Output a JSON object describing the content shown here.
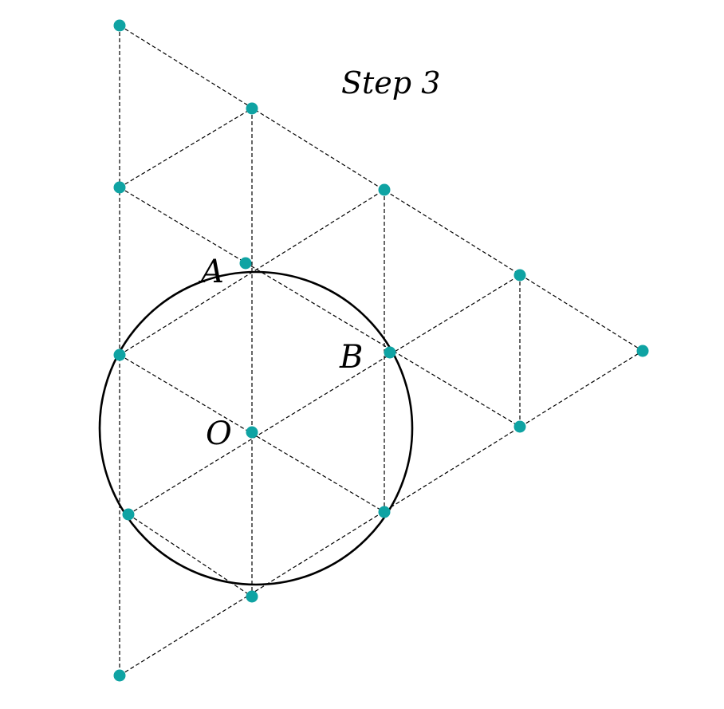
{
  "title": "Step 3",
  "labels": {
    "A": "A",
    "B": "B",
    "O": "O"
  },
  "colors": {
    "point": "#0fa3a3",
    "line": "#000000",
    "background": "#ffffff"
  }
}
